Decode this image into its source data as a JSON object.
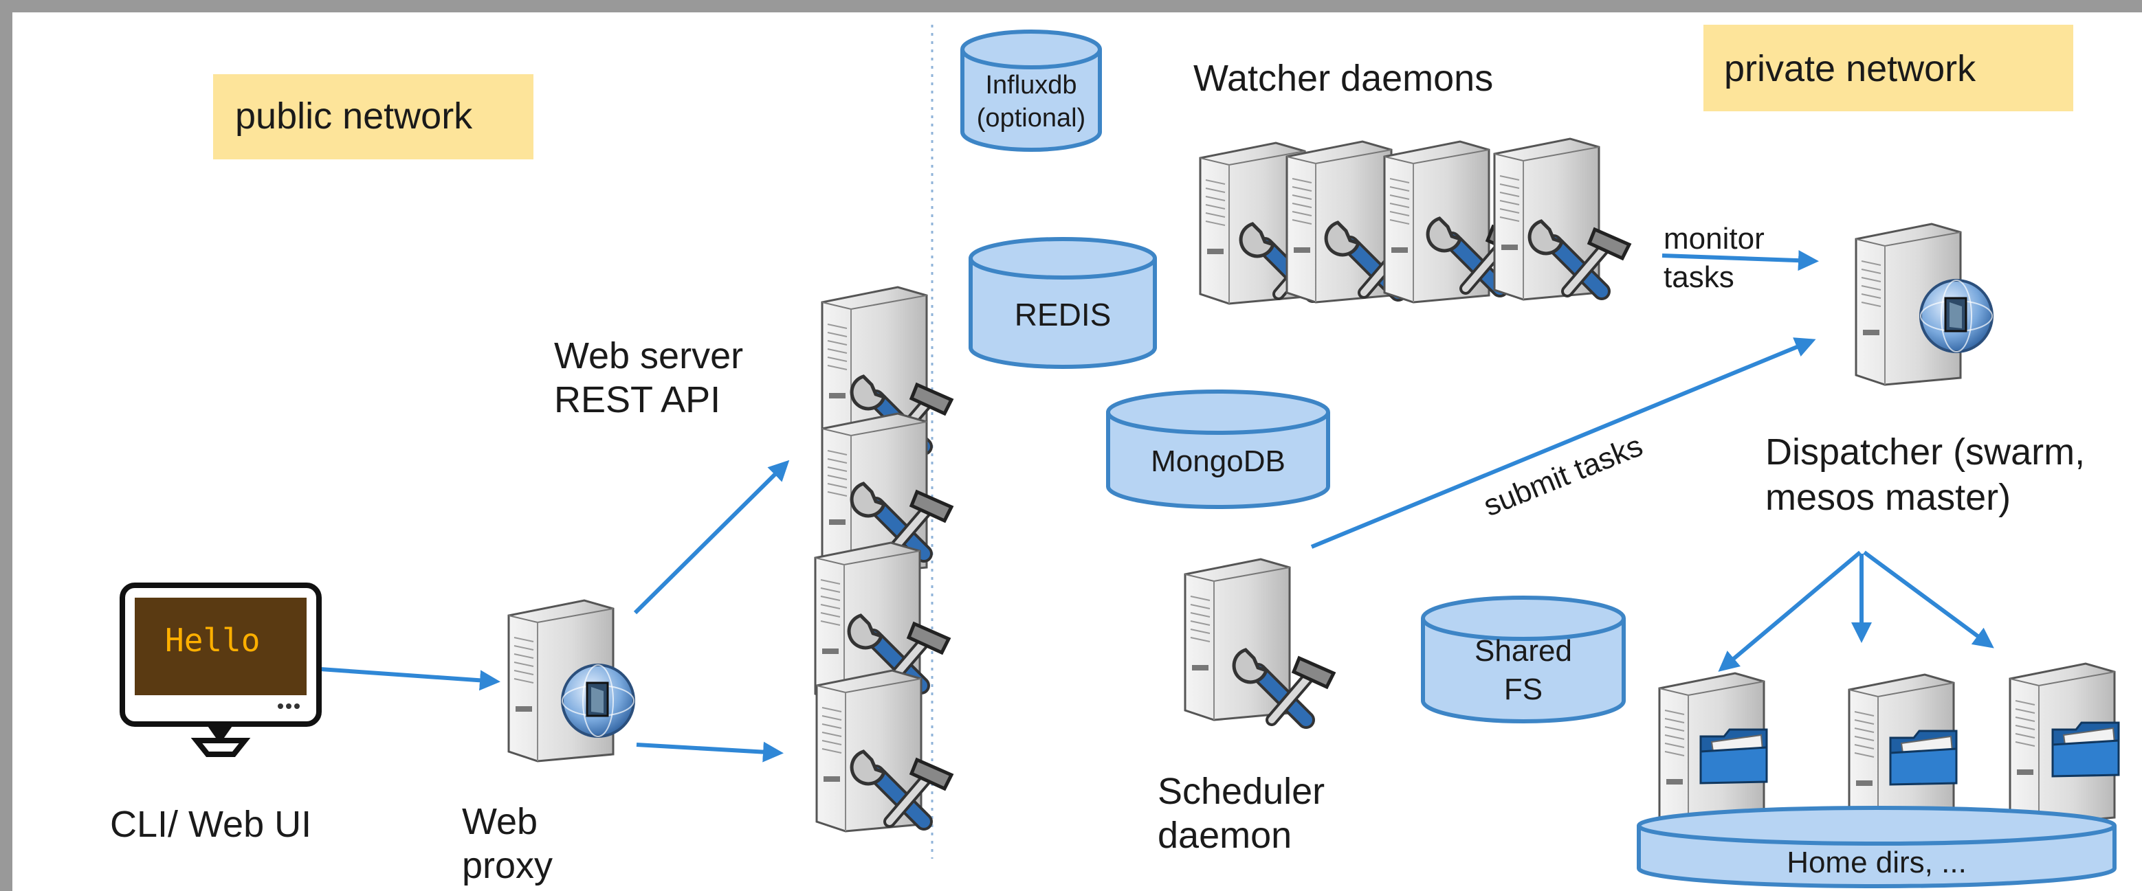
{
  "zones": {
    "public": "public network",
    "private": "private network"
  },
  "clients": {
    "monitor_screen_text": "Hello",
    "cli_label": "CLI/ Web UI"
  },
  "proxy": {
    "label_line1": "Web",
    "label_line2": "proxy"
  },
  "web_server": {
    "label_line1": "Web server",
    "label_line2": "REST API"
  },
  "databases": {
    "influx_line1": "Influxdb",
    "influx_line2": "(optional)",
    "redis": "REDIS",
    "mongodb": "MongoDB",
    "shared_fs_line1": "Shared",
    "shared_fs_line2": "FS",
    "home_dirs": "Home dirs, ..."
  },
  "watchers": {
    "title": "Watcher daemons"
  },
  "scheduler": {
    "label_line1": "Scheduler",
    "label_line2": "daemon"
  },
  "dispatcher": {
    "label_line1": "Dispatcher (swarm,",
    "label_line2": "mesos master)"
  },
  "edges": {
    "monitor_line1": "monitor",
    "monitor_line2": "tasks",
    "submit": "submit tasks"
  },
  "colors": {
    "page_border": "#999999",
    "background": "#ffffff",
    "zone_label_fill": "#fde49a",
    "db_fill": "#b7d4f3",
    "db_stroke": "#3d85c6",
    "arrow": "#2f87d6",
    "server_body": "#e2e2e2",
    "tool_blue": "#2f6db3"
  }
}
